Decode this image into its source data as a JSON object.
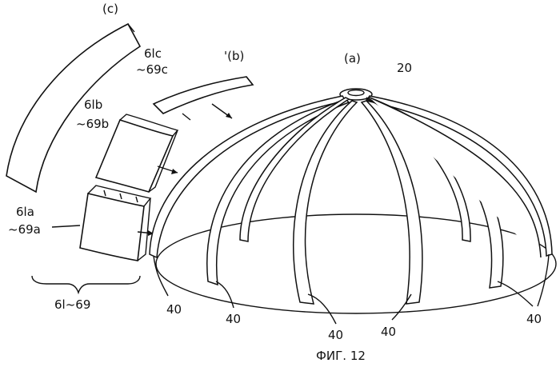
{
  "figure": {
    "caption": "ФИГ. 12",
    "views": {
      "a": "(a)",
      "b": "'(b)",
      "c": "(c)"
    },
    "dome_ref": "20",
    "panels": {
      "top_ref": "6lc",
      "top_range": "~69c",
      "middle_ref": "6lb",
      "middle_range": "~69b",
      "bottom_ref": "6la",
      "bottom_range": "~69a",
      "group_range": "6l~69"
    },
    "rib_labels": [
      "40",
      "40",
      "40",
      "40",
      "40"
    ]
  }
}
